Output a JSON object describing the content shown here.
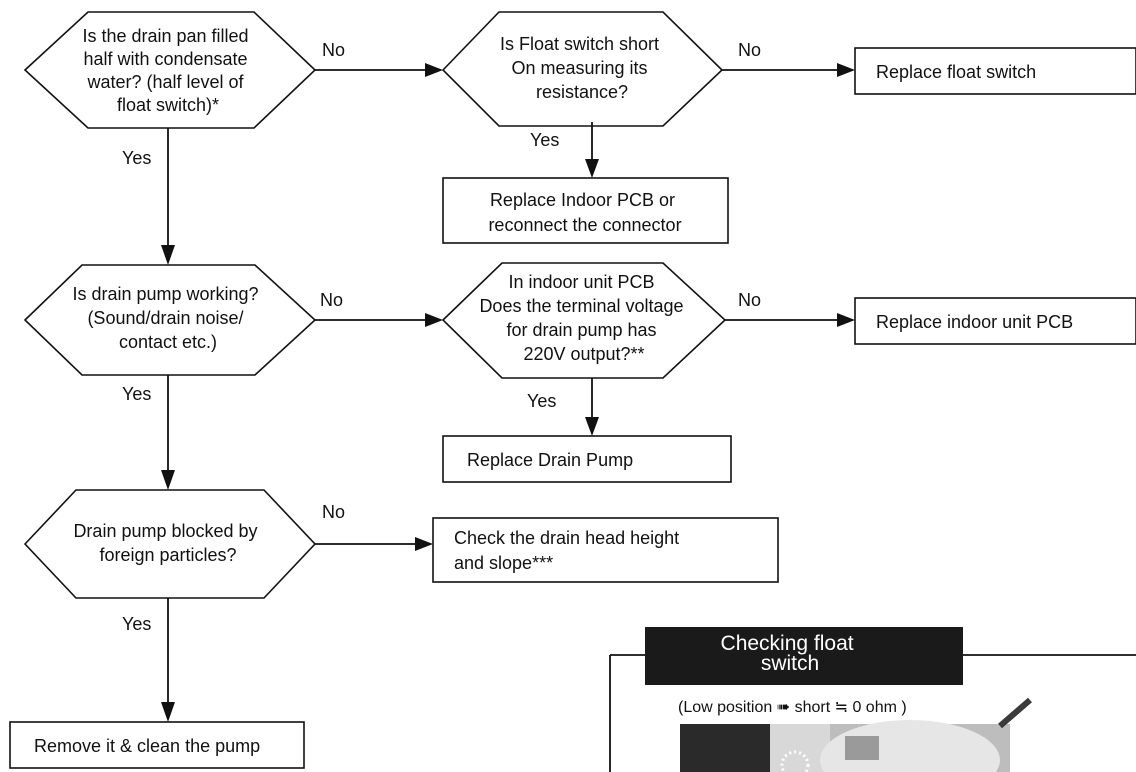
{
  "decisions": {
    "d1": [
      "Is the drain pan filled",
      "half with condensate",
      "water? (half level of",
      "float switch)*"
    ],
    "d2": [
      "Is Float switch short",
      "On measuring its",
      "resistance?"
    ],
    "d3": [
      "Is drain pump working?",
      "(Sound/drain noise/",
      "contact etc.)"
    ],
    "d4": [
      "In indoor unit PCB",
      "Does the terminal voltage",
      "for drain pump has",
      "220V output?**"
    ],
    "d5": [
      "Drain pump blocked by",
      "foreign particles?"
    ]
  },
  "actions": {
    "a1": [
      "Replace float switch"
    ],
    "a2": [
      "Replace Indoor PCB or",
      "reconnect the connector"
    ],
    "a3": [
      "Replace indoor unit PCB"
    ],
    "a4": [
      "Replace Drain Pump"
    ],
    "a5": [
      "Check the drain head height",
      "and slope***"
    ],
    "a6": [
      "Remove it & clean the pump"
    ]
  },
  "edge_labels": {
    "d1_no": "No",
    "d1_yes": "Yes",
    "d2_no": "No",
    "d2_yes": "Yes",
    "d3_no": "No",
    "d3_yes": "Yes",
    "d4_no": "No",
    "d4_yes": "Yes",
    "d5_no": "No",
    "d5_yes": "Yes"
  },
  "inset": {
    "title": [
      "Checking float",
      "switch"
    ],
    "caption": "(Low position ➠ short ≒ 0 ohm )",
    "photo_alt": "float switch photo"
  }
}
